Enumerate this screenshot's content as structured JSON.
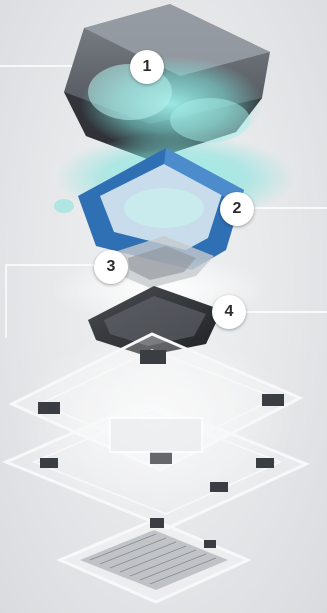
{
  "callouts": [
    {
      "label": "1",
      "part": "outer-housing"
    },
    {
      "label": "2",
      "part": "insulation-frame"
    },
    {
      "label": "3",
      "part": "filter-layer"
    },
    {
      "label": "4",
      "part": "control-board"
    }
  ],
  "colors": {
    "background": "#e7e8ea",
    "housing": "#5b5f66",
    "mist": "#7fe3dd",
    "frame_blue": "#2f6fb4",
    "panel_edge": "#f7f8f9",
    "leader_line": "#ffffff"
  }
}
